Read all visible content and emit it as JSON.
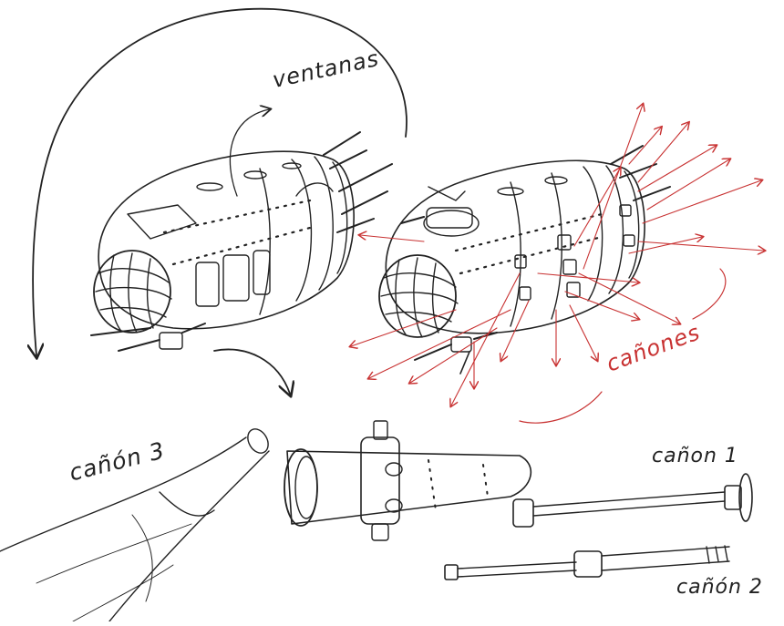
{
  "labels": {
    "ventanas": "ventanas",
    "canones": "cañones",
    "canon3": "cañón 3",
    "canon1": "cañon 1",
    "canon2": "cañón 2"
  },
  "colors": {
    "ink": "#222222",
    "red": "#c83232"
  },
  "icons": {
    "airship": "airship-sketch",
    "turret": "turret-sketch",
    "cannon": "cannon-barrel-sketch",
    "arrow": "curved-arrow"
  }
}
